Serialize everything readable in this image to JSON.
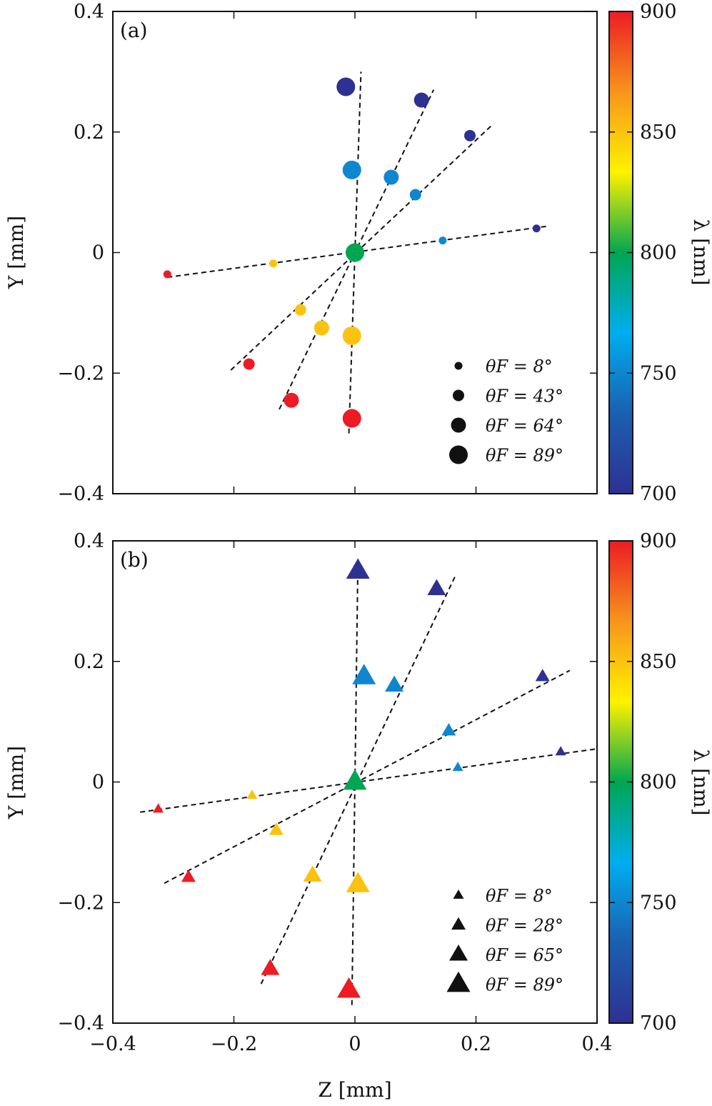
{
  "colorbar": {
    "label": "λ [nm]",
    "ticks": [
      "900",
      "850",
      "800",
      "750",
      "700"
    ],
    "range": [
      700,
      900
    ],
    "stops": [
      "#2e3192",
      "#1b5fb0",
      "#00aeef",
      "#00a651",
      "#fff200",
      "#f7941d",
      "#ed1c24"
    ]
  },
  "chart_data": [
    {
      "type": "scatter",
      "panel": "(a)",
      "marker": "circle",
      "xlabel": "Z [mm]",
      "ylabel": "Y [mm]",
      "xlim": [
        -0.4,
        0.4
      ],
      "ylim": [
        -0.4,
        0.4
      ],
      "xticks": [
        "−0.4",
        "−0.2",
        "0",
        "0.2",
        "0.4"
      ],
      "yticks": [
        "0.4",
        "0.2",
        "0",
        "−0.2",
        "−0.4"
      ],
      "show_x_tick_labels": false,
      "legend": {
        "placement": "bottom-right",
        "entries": [
          {
            "label": "θF = 8°",
            "size": 1
          },
          {
            "label": "θF = 43°",
            "size": 2
          },
          {
            "label": "θF = 64°",
            "size": 3
          },
          {
            "label": "θF = 89°",
            "size": 4
          }
        ]
      },
      "lines": [
        {
          "x": [
            -0.31,
            0.32
          ],
          "y": [
            -0.041,
            0.044
          ]
        },
        {
          "x": [
            -0.205,
            0.225
          ],
          "y": [
            -0.195,
            0.21
          ]
        },
        {
          "x": [
            -0.125,
            0.13
          ],
          "y": [
            -0.26,
            0.27
          ]
        },
        {
          "x": [
            -0.01,
            0.01
          ],
          "y": [
            -0.3,
            0.3
          ]
        }
      ],
      "points": [
        {
          "z": 0.0,
          "y": 0.0,
          "lambda": 800,
          "size": 4
        },
        {
          "z": -0.31,
          "y": -0.036,
          "lambda": 900,
          "size": 1
        },
        {
          "z": -0.135,
          "y": -0.018,
          "lambda": 850,
          "size": 1
        },
        {
          "z": 0.145,
          "y": 0.02,
          "lambda": 750,
          "size": 1
        },
        {
          "z": 0.3,
          "y": 0.04,
          "lambda": 700,
          "size": 1
        },
        {
          "z": -0.175,
          "y": -0.185,
          "lambda": 900,
          "size": 2
        },
        {
          "z": -0.09,
          "y": -0.095,
          "lambda": 850,
          "size": 2
        },
        {
          "z": 0.1,
          "y": 0.096,
          "lambda": 750,
          "size": 2
        },
        {
          "z": 0.19,
          "y": 0.194,
          "lambda": 700,
          "size": 2
        },
        {
          "z": -0.105,
          "y": -0.245,
          "lambda": 900,
          "size": 3
        },
        {
          "z": -0.055,
          "y": -0.125,
          "lambda": 850,
          "size": 3
        },
        {
          "z": 0.06,
          "y": 0.125,
          "lambda": 750,
          "size": 3
        },
        {
          "z": 0.11,
          "y": 0.253,
          "lambda": 700,
          "size": 3
        },
        {
          "z": -0.005,
          "y": -0.275,
          "lambda": 900,
          "size": 4
        },
        {
          "z": -0.005,
          "y": -0.138,
          "lambda": 850,
          "size": 4
        },
        {
          "z": -0.005,
          "y": 0.137,
          "lambda": 750,
          "size": 4
        },
        {
          "z": -0.015,
          "y": 0.275,
          "lambda": 700,
          "size": 4
        }
      ]
    },
    {
      "type": "scatter",
      "panel": "(b)",
      "marker": "triangle",
      "xlabel": "Z [mm]",
      "ylabel": "Y [mm]",
      "xlim": [
        -0.4,
        0.4
      ],
      "ylim": [
        -0.4,
        0.4
      ],
      "xticks": [
        "−0.4",
        "−0.2",
        "0",
        "0.2",
        "0.4"
      ],
      "yticks": [
        "0.4",
        "0.2",
        "0",
        "−0.2",
        "−0.4"
      ],
      "show_x_tick_labels": true,
      "legend": {
        "placement": "bottom-right",
        "entries": [
          {
            "label": "θF = 8°",
            "size": 1
          },
          {
            "label": "θF = 28°",
            "size": 2
          },
          {
            "label": "θF = 65°",
            "size": 3
          },
          {
            "label": "θF = 89°",
            "size": 4
          }
        ]
      },
      "lines": [
        {
          "x": [
            -0.355,
            0.4
          ],
          "y": [
            -0.05,
            0.055
          ]
        },
        {
          "x": [
            -0.315,
            0.355
          ],
          "y": [
            -0.168,
            0.185
          ]
        },
        {
          "x": [
            -0.155,
            0.165
          ],
          "y": [
            -0.335,
            0.34
          ]
        },
        {
          "x": [
            -0.005,
            0.005
          ],
          "y": [
            -0.37,
            0.37
          ]
        }
      ],
      "points": [
        {
          "z": 0.0,
          "y": 0.0,
          "lambda": 800,
          "size": 4
        },
        {
          "z": -0.325,
          "y": -0.045,
          "lambda": 900,
          "size": 1
        },
        {
          "z": -0.17,
          "y": -0.022,
          "lambda": 850,
          "size": 1
        },
        {
          "z": 0.17,
          "y": 0.024,
          "lambda": 750,
          "size": 1
        },
        {
          "z": 0.34,
          "y": 0.05,
          "lambda": 700,
          "size": 1
        },
        {
          "z": -0.275,
          "y": -0.158,
          "lambda": 900,
          "size": 2
        },
        {
          "z": -0.13,
          "y": -0.08,
          "lambda": 850,
          "size": 2
        },
        {
          "z": 0.155,
          "y": 0.085,
          "lambda": 750,
          "size": 2
        },
        {
          "z": 0.31,
          "y": 0.175,
          "lambda": 700,
          "size": 2
        },
        {
          "z": -0.14,
          "y": -0.31,
          "lambda": 900,
          "size": 3
        },
        {
          "z": -0.07,
          "y": -0.155,
          "lambda": 850,
          "size": 3
        },
        {
          "z": 0.065,
          "y": 0.16,
          "lambda": 750,
          "size": 3
        },
        {
          "z": 0.135,
          "y": 0.32,
          "lambda": 700,
          "size": 3
        },
        {
          "z": -0.01,
          "y": -0.345,
          "lambda": 900,
          "size": 4
        },
        {
          "z": 0.005,
          "y": -0.17,
          "lambda": 850,
          "size": 4
        },
        {
          "z": 0.015,
          "y": 0.175,
          "lambda": 750,
          "size": 4
        },
        {
          "z": 0.005,
          "y": 0.35,
          "lambda": 700,
          "size": 4
        }
      ]
    }
  ]
}
